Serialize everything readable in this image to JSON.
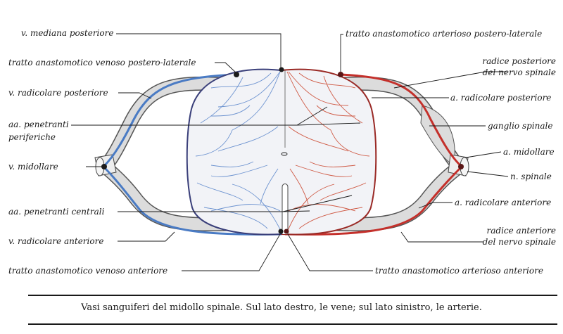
{
  "figure": {
    "caption": "Vasi sanguiferi del midollo spinale. Sul lato destro, le vene; sul lato sinistro, le arterie.",
    "colors": {
      "vein": "#4a7bc4",
      "artery": "#c4302b",
      "nerve_fill": "#dcdcdc",
      "ink": "#1a1a1a"
    }
  },
  "labels": {
    "left": {
      "v_mediana_posteriore": "v. mediana posteriore",
      "tratto_venoso_postero_laterale": "tratto anastomotico venoso postero-laterale",
      "v_radicolare_posteriore": "v. radicolare posteriore",
      "aa_penetranti_periferiche_1": "aa. penetranti",
      "aa_penetranti_periferiche_2": "periferiche",
      "v_midollare": "v. midollare",
      "aa_penetranti_centrali": "aa. penetranti centrali",
      "v_radicolare_anteriore": "v. radicolare anteriore",
      "tratto_venoso_anteriore": "tratto anastomotico venoso anteriore"
    },
    "right": {
      "tratto_arterioso_postero_laterale": "tratto anastomotico arterioso postero-laterale",
      "radice_posteriore_1": "radice posteriore",
      "radice_posteriore_2": "del nervo spinale",
      "a_radicolare_posteriore": "a. radicolare posteriore",
      "ganglio_spinale": "ganglio spinale",
      "a_midollare": "a. midollare",
      "n_spinale": "n. spinale",
      "a_radicolare_anteriore": "a. radicolare anteriore",
      "radice_anteriore_1": "radice anteriore",
      "radice_anteriore_2": "del nervo spinale",
      "tratto_arterioso_anteriore": "tratto anastomotico arterioso anteriore"
    }
  }
}
